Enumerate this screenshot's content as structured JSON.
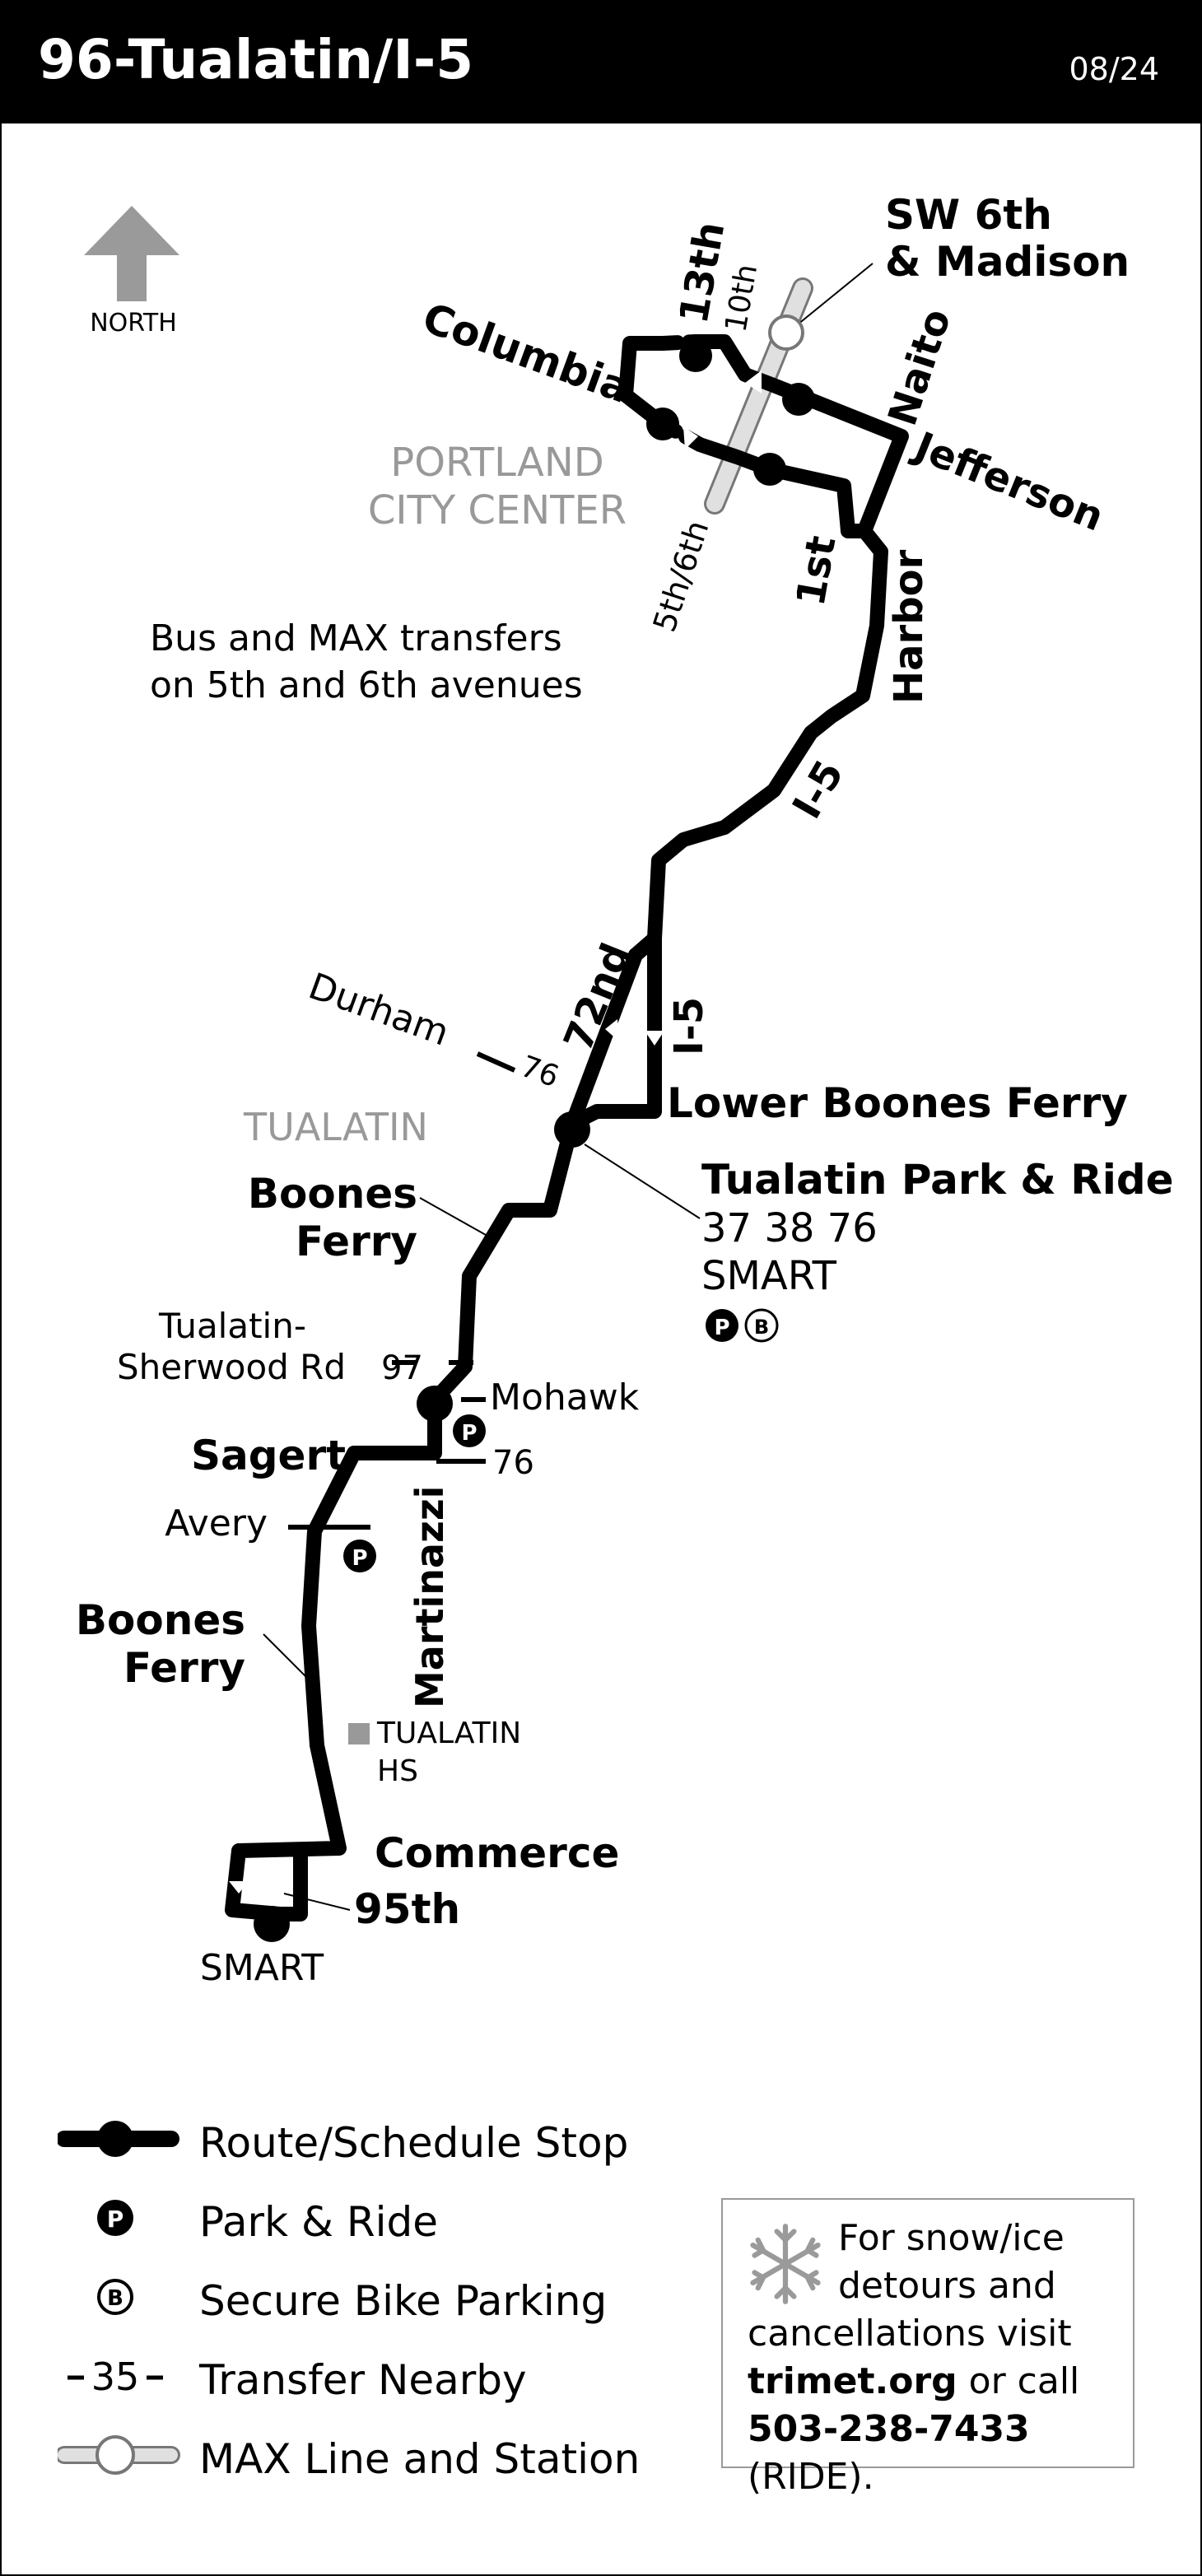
{
  "header": {
    "route_title": "96-Tualatin/I-5",
    "date": "08/24"
  },
  "north_arrow": {
    "icon": "north-arrow-icon",
    "label": "NORTH"
  },
  "map": {
    "areas": {
      "portland_line1": "PORTLAND",
      "portland_line2": "CITY CENTER",
      "tualatin": "TUALATIN"
    },
    "notes": {
      "transfers_line1": "Bus and MAX transfers",
      "transfers_line2": "on 5th and 6th avenues"
    },
    "streets": {
      "13th": "13th",
      "10th": "10th",
      "columbia": "Columbia",
      "naito": "Naito",
      "jefferson": "Jefferson",
      "5th6th": "5th/6th",
      "1st": "1st",
      "harbor": "Harbor",
      "i5_upper": "I-5",
      "i5_lower": "I-5",
      "72nd": "72nd",
      "durham": "Durham",
      "lower_boones_ferry": "Lower Boones Ferry",
      "boones_ferry_upper_1": "Boones",
      "boones_ferry_upper_2": "Ferry",
      "tualatin_sherwood_1": "Tualatin-",
      "tualatin_sherwood_2": "Sherwood Rd",
      "mohawk": "Mohawk",
      "sagert": "Sagert",
      "avery": "Avery",
      "martinazzi": "Martinazzi",
      "boones_ferry_lower_1": "Boones",
      "boones_ferry_lower_2": "Ferry",
      "commerce": "Commerce",
      "95th": "95th"
    },
    "stations": {
      "sw6th_1": "SW 6th",
      "sw6th_2": "& Madison",
      "tualatin_pr": "Tualatin Park & Ride",
      "tualatin_pr_routes": "37 38 76",
      "tualatin_pr_smart": "SMART",
      "smart_terminus": "SMART"
    },
    "transfers": {
      "durham_76": "76",
      "tualatin_sherwood_97": "97",
      "sagert_76": "76"
    },
    "landmarks": {
      "tualatin_hs_1": "TUALATIN",
      "tualatin_hs_2": "HS"
    },
    "park_ride_letter": "P",
    "bike_letter": "B"
  },
  "legend": {
    "items": [
      {
        "icon": "route-stop-icon",
        "label": "Route/Schedule Stop"
      },
      {
        "icon": "park-ride-icon",
        "label": "Park & Ride",
        "letter": "P"
      },
      {
        "icon": "secure-bike-parking-icon",
        "label": "Secure Bike Parking",
        "letter": "B"
      },
      {
        "icon": "transfer-icon",
        "label": "Transfer Nearby",
        "example": "35"
      },
      {
        "icon": "max-line-icon",
        "label": "MAX Line and Station"
      }
    ]
  },
  "notice": {
    "icon": "snowflake-icon",
    "line1": "For snow/ice",
    "line2": "detours and",
    "line3": "cancellations visit",
    "url": "trimet.org",
    "or_call": " or call",
    "phone": "503-238-7433",
    "ride": " (RIDE)."
  },
  "colors": {
    "header_bg": "#000000",
    "route": "#000000",
    "area_label": "#999999",
    "max_line": "#dddddd"
  }
}
